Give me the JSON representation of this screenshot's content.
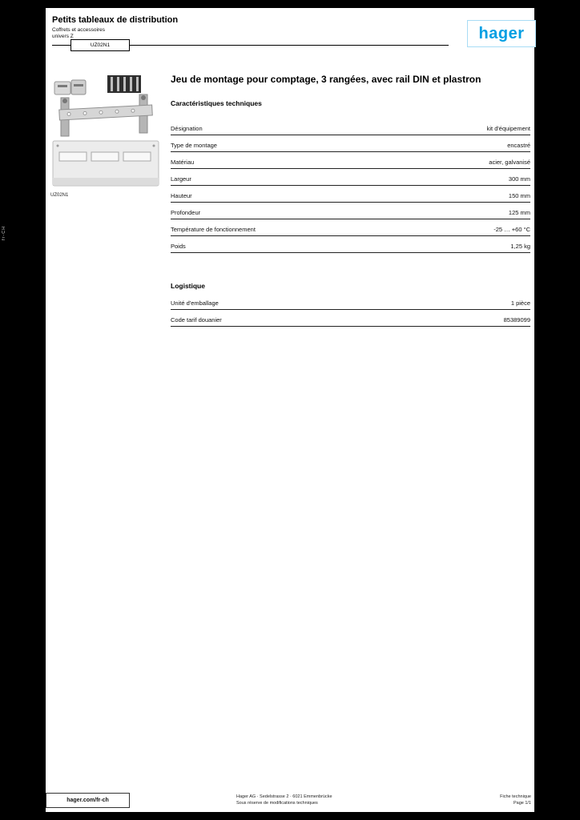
{
  "side_label": "fr-CH",
  "header": {
    "doc_title": "Petits tableaux de distribution",
    "doc_sub1": "Coffrets et accessoires",
    "doc_sub2": "univers Z",
    "category_box": "UZ02N1",
    "logo_text": "hager",
    "brand_color": "#009fe3"
  },
  "product": {
    "image_caption": "UZ02N1",
    "title": "Jeu de montage pour comptage, 3 rangées, avec rail DIN et plastron"
  },
  "specs": {
    "heading": "Caractéristiques techniques",
    "rows": [
      {
        "label": "Désignation",
        "value": "kit d'équipement"
      },
      {
        "label": "Type de montage",
        "value": "encastré"
      },
      {
        "label": "Matériau",
        "value": "acier, galvanisé"
      },
      {
        "label": "Largeur",
        "value": "300 mm"
      },
      {
        "label": "Hauteur",
        "value": "150 mm"
      },
      {
        "label": "Profondeur",
        "value": "125 mm"
      },
      {
        "label": "Température de fonctionnement",
        "value": "-25 … +60 °C"
      },
      {
        "label": "Poids",
        "value": "1,25 kg"
      }
    ]
  },
  "logistics": {
    "heading": "Logistique",
    "rows": [
      {
        "label": "Unité d'emballage",
        "value": "1 pièce"
      },
      {
        "label": "Code tarif douanier",
        "value": "85389099"
      }
    ]
  },
  "footer": {
    "site": "hager.com/fr-ch",
    "center_line1": "Hager AG · Sedelstrasse 2 · 6021 Emmenbrücke",
    "center_line2": "Sous réserve de modifications techniques",
    "right_line1": "Fiche technique",
    "right_line2": "Page 1/1"
  }
}
